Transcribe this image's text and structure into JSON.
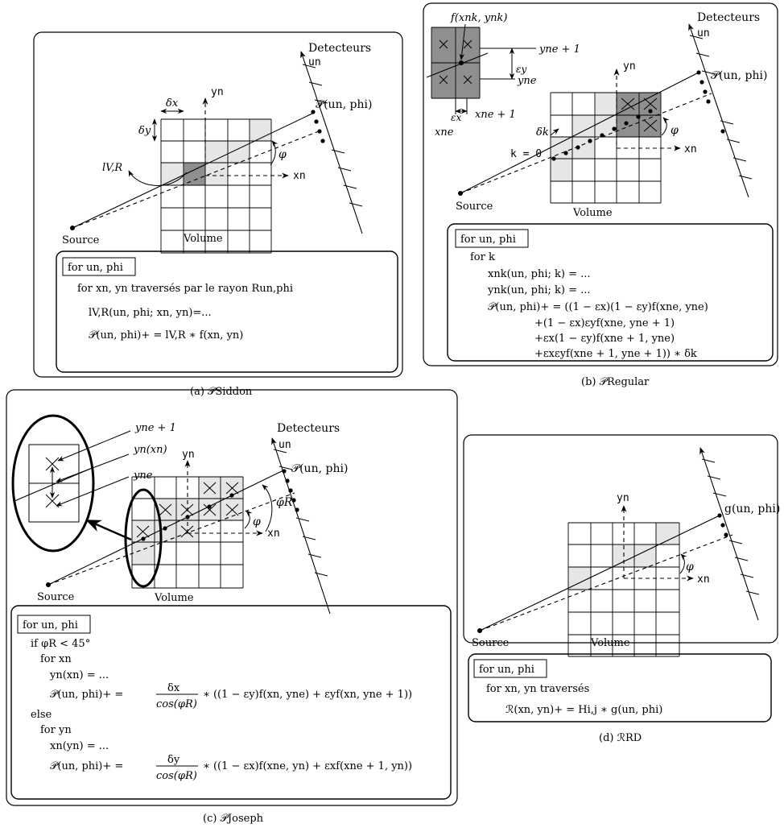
{
  "panels": {
    "a": {
      "caption": "(a) 𝒫Siddon",
      "detectors": "Detecteurs",
      "un": "un",
      "yn": "yn",
      "xn": "xn",
      "proj": "𝒫(un, phi)",
      "delta_x": "δx",
      "delta_y": "δy",
      "l_vr": "lV,R",
      "phi": "φ",
      "source": "Source",
      "volume": "Volume",
      "code": {
        "header": "for un, phi",
        "l1": "for xn, yn traversés par le rayon Run,phi",
        "l2": "lV,R(un, phi; xn, yn)=...",
        "l3": "𝒫(un, phi)+ = lV,R ∗ f(xn, yn)"
      }
    },
    "b": {
      "caption": "(b) 𝒫Regular",
      "detectors": "Detecteurs",
      "un": "un",
      "yn": "yn",
      "xn": "xn",
      "proj": "𝒫(un, phi)",
      "f_label": "f(xnk, ynk)",
      "yne1": "yne + 1",
      "yne": "yne",
      "eps_y": "εy",
      "eps_x": "εx",
      "xne": "xne",
      "xne1": "xne + 1",
      "delta_k": "δk",
      "k0": "k = 0",
      "phi": "φ",
      "source": "Source",
      "volume": "Volume",
      "code": {
        "header": "for un, phi",
        "l1": "for k",
        "l2": "xnk(un, phi; k) = ...",
        "l3": "ynk(un, phi; k) = ...",
        "l4": "𝒫(un, phi)+ = ((1 − εx)(1 − εy)f(xne, yne)",
        "l5": "+(1 − εx)εyf(xne, yne + 1)",
        "l6": "+εx(1 − εy)f(xne + 1, yne)",
        "l7": "+εxεyf(xne + 1, yne + 1)) ∗ δk"
      }
    },
    "c": {
      "caption": "(c) 𝒫Joseph",
      "detectors": "Detecteurs",
      "un": "un",
      "yn": "yn",
      "xn": "xn",
      "proj": "𝒫(un, phi)",
      "yne1": "yne + 1",
      "ynxn": "yn(xn)",
      "yne": "yne",
      "phi": "φ",
      "phi_r": "φR",
      "source": "Source",
      "volume": "Volume",
      "code": {
        "header": "for un, phi",
        "l1": "if φR < 45°",
        "l2": "for xn",
        "l3": "yn(xn) = ...",
        "l4_lhs": "𝒫(un, phi)+ =",
        "l4_num": "δx",
        "l4_den": "cos(φR)",
        "l4_rhs": "∗ ((1 − εy)f(xn, yne) + εyf(xn, yne + 1))",
        "l5": "else",
        "l6": "for yn",
        "l7": "xn(yn) = ...",
        "l8_lhs": "𝒫(un, phi)+ =",
        "l8_num": "δy",
        "l8_den": "cos(φR)",
        "l8_rhs": "∗ ((1 − εx)f(xne, yn) + εxf(xne + 1, yn))"
      }
    },
    "d": {
      "caption": "(d) ℛRD",
      "yn": "yn",
      "xn": "xn",
      "g_label": "g(un, phi)",
      "phi": "φ",
      "source": "Source",
      "volume": "Volume",
      "code": {
        "header": "for un, phi",
        "l1": "for xn, yn traversés",
        "l2": "ℛ(xn, yn)+ = Hi,j ∗ g(un, phi)"
      }
    }
  }
}
